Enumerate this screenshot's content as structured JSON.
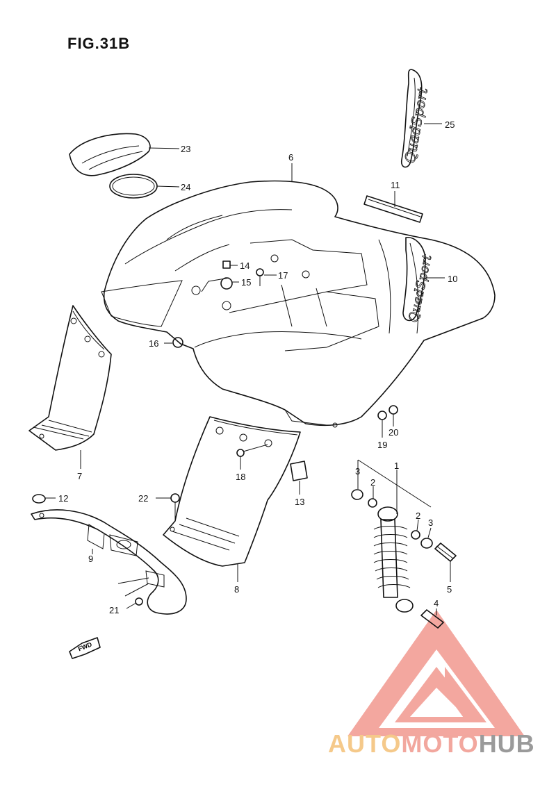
{
  "figure": {
    "title": "FIG.31B"
  },
  "logo_badges": {
    "text": "QuadSport"
  },
  "fwd_arrow": {
    "label": "FWD",
    "icon": "forward-arrow-icon"
  },
  "callouts": {
    "c1": "1",
    "c2a": "2",
    "c2b": "2",
    "c3a": "3",
    "c3b": "3",
    "c4": "4",
    "c5": "5",
    "c6": "6",
    "c7": "7",
    "c8": "8",
    "c9": "9",
    "c10": "10",
    "c11": "11",
    "c12": "12",
    "c13": "13",
    "c14": "14",
    "c15": "15",
    "c16": "16",
    "c17": "17",
    "c18": "18",
    "c19": "19",
    "c20": "20",
    "c21": "21",
    "c22": "22",
    "c23": "23",
    "c24": "24",
    "c25": "25"
  },
  "watermark": {
    "part1": "AUTO",
    "part2": "MOTO",
    "part3": "HUB",
    "colors": {
      "auto": "#f5c98a",
      "moto": "#f2a79e",
      "hub": "#9a9a9a",
      "triangle": "#f08a80"
    }
  }
}
